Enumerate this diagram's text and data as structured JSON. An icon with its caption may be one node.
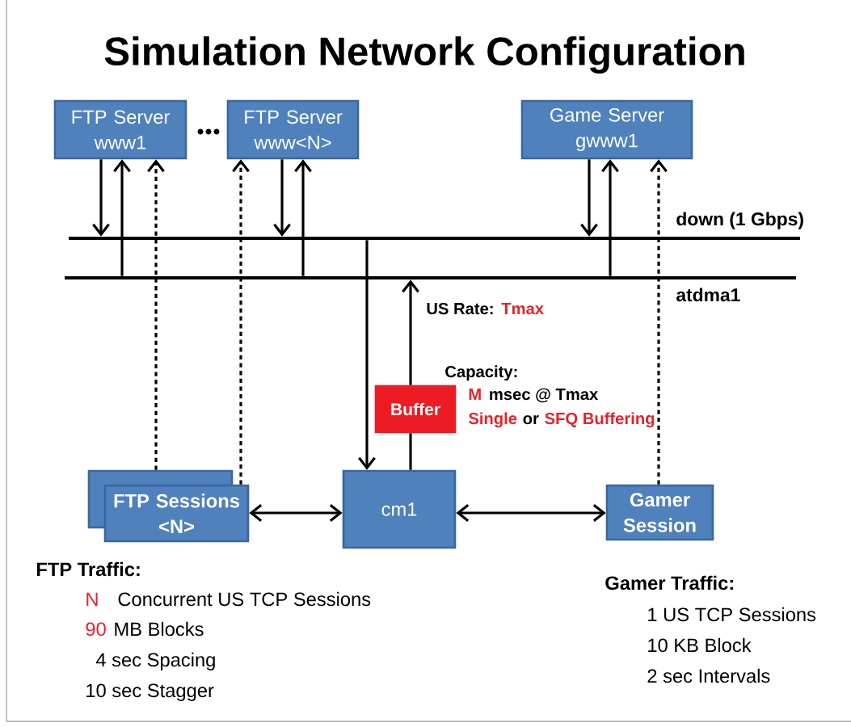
{
  "diagram": {
    "title": "Simulation Network Configuration",
    "nodes": [
      {
        "text": [
          "FTP Server www1"
        ]
      },
      {
        "text": [
          "FTP Server www<N>"
        ]
      },
      {
        "text": [
          "Game Server gwww1"
        ]
      },
      {
        "text": [],
        "shape": "bar",
        "beside": [
          "down (1 Gbps)"
        ]
      },
      {
        "text": [],
        "shape": "bar",
        "beside": [
          "atdma1"
        ]
      },
      {
        "text": [
          "Buffer"
        ]
      },
      {
        "text": [],
        "shape": "box"
      },
      {
        "text": [
          "FTP Sessions <N>"
        ]
      },
      {
        "text": [
          "cm1"
        ]
      },
      {
        "text": [
          "Gamer Session"
        ]
      }
    ],
    "edges": [
      {
        "from": 0,
        "to": 3,
        "arrow": "to"
      },
      {
        "from": 4,
        "to": 0,
        "arrow": "to"
      },
      {
        "from": 6,
        "to": 0,
        "arrow": "to",
        "style": "dashed"
      },
      {
        "from": 1,
        "to": 3,
        "arrow": "to"
      },
      {
        "from": 4,
        "to": 1,
        "arrow": "to"
      },
      {
        "from": 7,
        "to": 1,
        "arrow": "to",
        "style": "dashed"
      },
      {
        "from": 2,
        "to": 3,
        "arrow": "to"
      },
      {
        "from": 4,
        "to": 2,
        "arrow": "to"
      },
      {
        "from": 9,
        "to": 2,
        "arrow": "to",
        "style": "dashed"
      },
      {
        "from": 3,
        "to": 8,
        "arrow": "to"
      },
      {
        "from": 8,
        "to": 5,
        "arrow": "none"
      },
      {
        "from": 5,
        "to": 4,
        "arrow": "to"
      },
      {
        "from": 7,
        "to": 8,
        "arrow": "both"
      },
      {
        "from": 8,
        "to": 9,
        "arrow": "both"
      }
    ],
    "labels": [
      "US Rate:",
      "Tmax",
      "Capacity:",
      "M",
      "msec @ Tmax",
      "Single",
      "or",
      "SFQ Buffering",
      "FTP Traffic:",
      "N",
      "Concurrent US TCP Sessions",
      "90",
      "MB Blocks",
      "4 sec Spacing",
      "10 sec Stagger",
      "Gamer Traffic:",
      "1 US TCP Sessions",
      "10 KB Block",
      "2 sec Intervals"
    ]
  }
}
